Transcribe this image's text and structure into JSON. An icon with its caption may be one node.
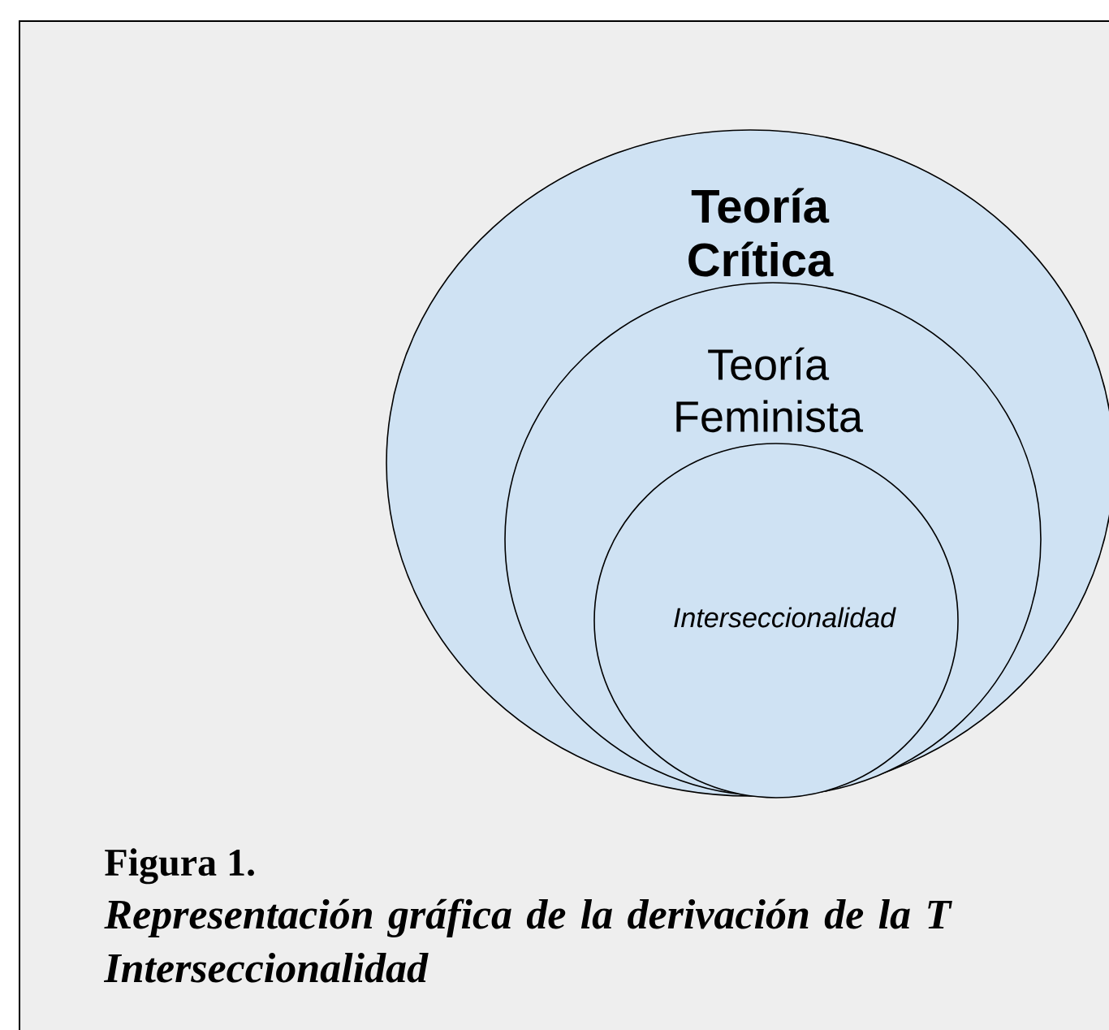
{
  "diagram": {
    "title": "Figura 1.",
    "caption": "Representación gráfica de la derivación de la T Interseccionalidad",
    "nodes": [
      {
        "text": [
          "Teoría Crítica"
        ]
      },
      {
        "text": [
          "Teoría Feminista"
        ],
        "in": 0
      },
      {
        "text": [
          "Interseccionalidad"
        ],
        "in": 1
      }
    ]
  }
}
